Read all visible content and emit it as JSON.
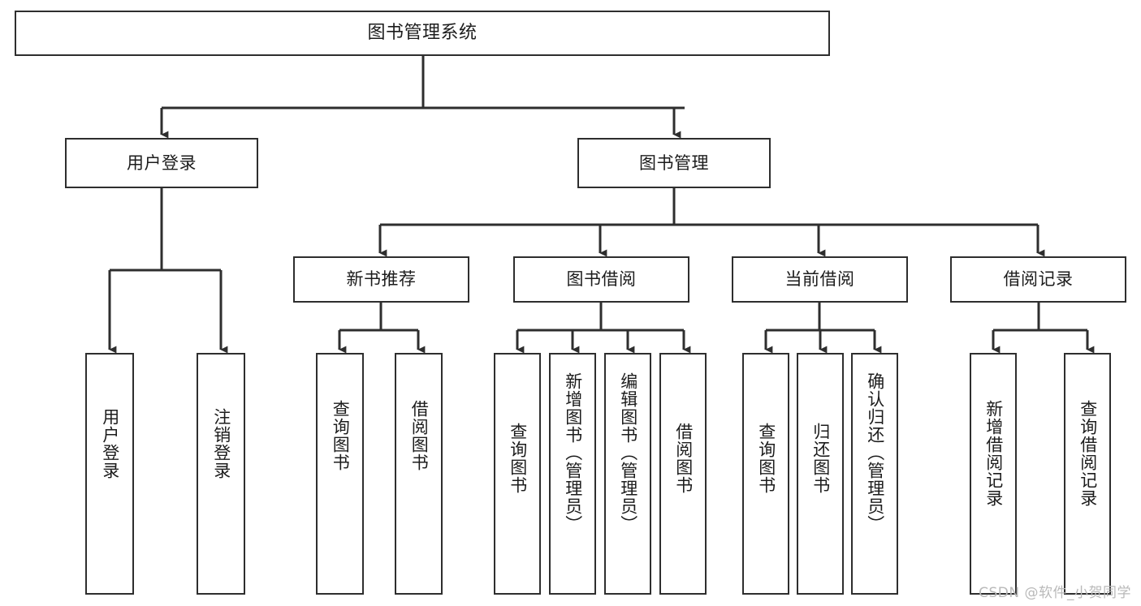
{
  "diagram": {
    "type": "hierarchy-tree",
    "title": "图书管理系统",
    "watermark": "CSDN @软件_小贺同学",
    "colors": {
      "box_border": "#2e2e2e",
      "box_fill": "#ffffff",
      "connector": "#2e2e2e",
      "text": "#1c1c1c",
      "watermark": "#b9b9b9",
      "background": "#ffffff"
    },
    "root": {
      "label": "图书管理系统"
    },
    "level2": [
      {
        "label": "用户登录"
      },
      {
        "label": "图书管理"
      }
    ],
    "level3": [
      {
        "label": "新书推荐"
      },
      {
        "label": "图书借阅"
      },
      {
        "label": "当前借阅"
      },
      {
        "label": "借阅记录"
      }
    ],
    "leaves": {
      "user_login": [
        {
          "label": "用户登录"
        },
        {
          "label": "注销登录"
        }
      ],
      "new_book_recommend": [
        {
          "label": "查询图书"
        },
        {
          "label": "借阅图书"
        }
      ],
      "book_borrow": [
        {
          "label": "查询图书"
        },
        {
          "label": "新增图书（管理员）"
        },
        {
          "label": "编辑图书（管理员）"
        },
        {
          "label": "借阅图书"
        }
      ],
      "current_borrow": [
        {
          "label": "查询图书"
        },
        {
          "label": "归还图书"
        },
        {
          "label": "确认归还（管理员）"
        }
      ],
      "borrow_record": [
        {
          "label": "新增借阅记录"
        },
        {
          "label": "查询借阅记录"
        }
      ]
    }
  }
}
